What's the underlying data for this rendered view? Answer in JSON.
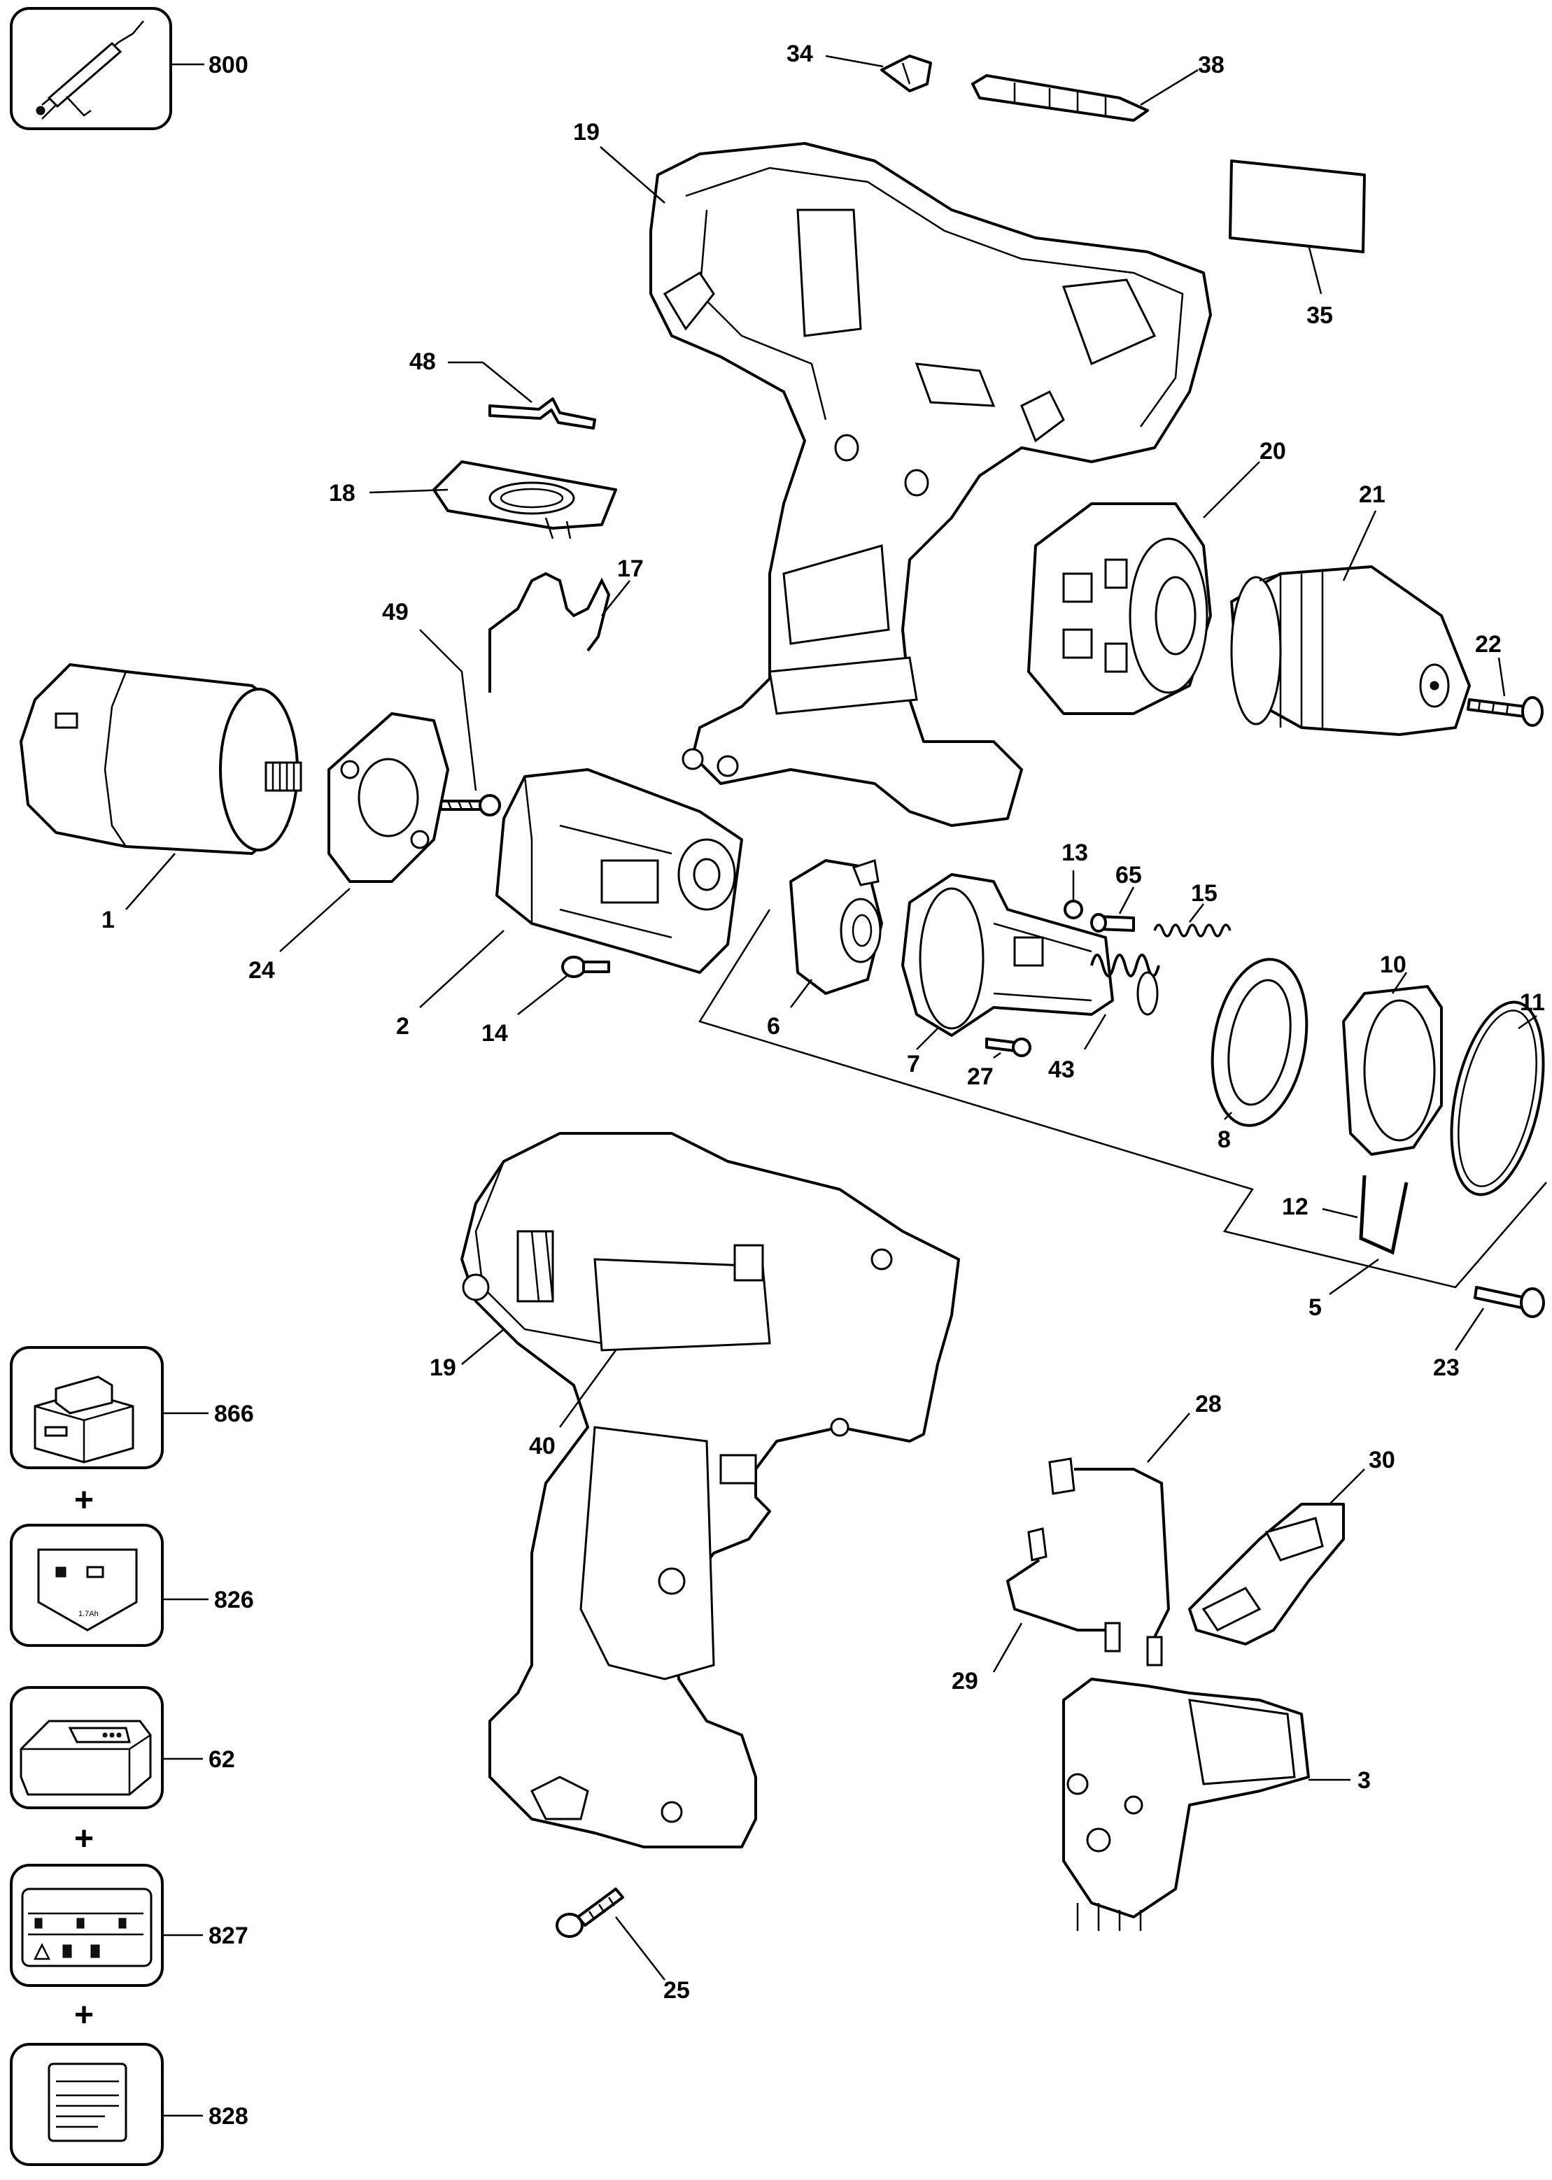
{
  "colors": {
    "line": "#000000",
    "background": "#ffffff"
  },
  "parts": {
    "p1": "1",
    "p2": "2",
    "p3": "3",
    "p5": "5",
    "p6": "6",
    "p7": "7",
    "p8": "8",
    "p10": "10",
    "p11": "11",
    "p12": "12",
    "p13": "13",
    "p14": "14",
    "p15": "15",
    "p17": "17",
    "p18": "18",
    "p19_top": "19",
    "p19_bottom": "19",
    "p20": "20",
    "p21": "21",
    "p22": "22",
    "p23": "23",
    "p24": "24",
    "p25": "25",
    "p27": "27",
    "p28": "28",
    "p29": "29",
    "p30": "30",
    "p34": "34",
    "p35": "35",
    "p38": "38",
    "p40": "40",
    "p43": "43",
    "p48": "48",
    "p49": "49",
    "p65": "65"
  },
  "accessories": {
    "a800": "800",
    "a866": "866",
    "a826": "826",
    "a62": "62",
    "a827": "827",
    "a828": "828",
    "plus": "+"
  }
}
